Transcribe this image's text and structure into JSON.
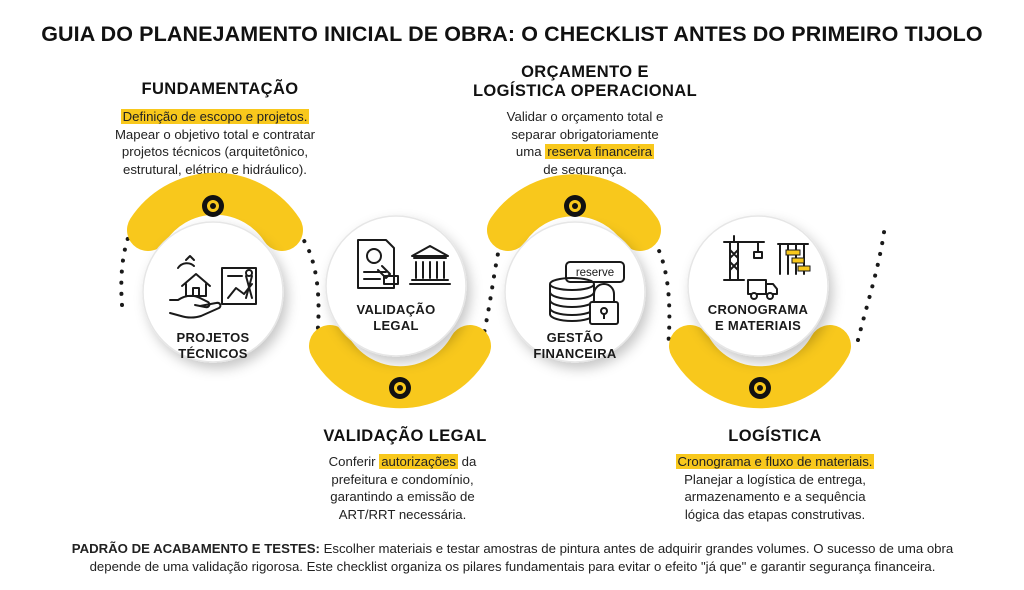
{
  "title": "GUIA DO PLANEJAMENTO INICIAL DE OBRA: O CHECKLIST ANTES DO PRIMEIRO TIJOLO",
  "steps": {
    "fundamentacao": {
      "heading": "FUNDAMENTAÇÃO",
      "highlight": "Definição de escopo e projetos.",
      "line1": "Mapear o objetivo total e contratar",
      "line2": "projetos técnicos (arquitetônico,",
      "line3": "estrutural, elétrico e hidráulico).",
      "circle_line1": "PROJETOS",
      "circle_line2": "TÉCNICOS"
    },
    "validacao": {
      "heading": "VALIDAÇÃO LEGAL",
      "line1_pre": "Conferir ",
      "line1_hl": "autorizações",
      "line1_post": " da",
      "line2": "prefeitura e condomínio,",
      "line3": "garantindo a emissão de",
      "line4": "ART/RRT necessária.",
      "circle_line1": "VALIDAÇÃO",
      "circle_line2": "LEGAL"
    },
    "orcamento": {
      "heading_line1": "ORÇAMENTO E",
      "heading_line2": "LOGÍSTICA OPERACIONAL",
      "line1": "Validar o orçamento total e",
      "line2": "separar obrigatoriamente",
      "line3_pre": "uma ",
      "line3_hl": "reserva financeira",
      "line4": "de segurança.",
      "circle_line1": "GESTÃO",
      "circle_line2": "FINANCEIRA",
      "icon_tag": "reserve"
    },
    "logistica": {
      "heading": "LOGÍSTICA",
      "highlight": "Cronograma e fluxo de materiais.",
      "line1": "Planejar a logística de entrega,",
      "line2": "armazenamento e a sequência",
      "line3": "lógica das etapas construtivas.",
      "circle_line1": "CRONOGRAMA",
      "circle_line2": "E MATERIAIS"
    }
  },
  "footer": {
    "bold": "PADRÃO DE ACABAMENTO E TESTES:",
    "text": " Escolher materiais e testar amostras de pintura antes de adquirir grandes volumes. O sucesso de uma obra depende de uma validação rigorosa. Este checklist organiza os pilares fundamentais para evitar o efeito \"já que\" e garantir segurança financeira."
  },
  "colors": {
    "accent": "#f8c81c",
    "dark": "#111111",
    "circle_shadow": "#d9d9d9"
  }
}
